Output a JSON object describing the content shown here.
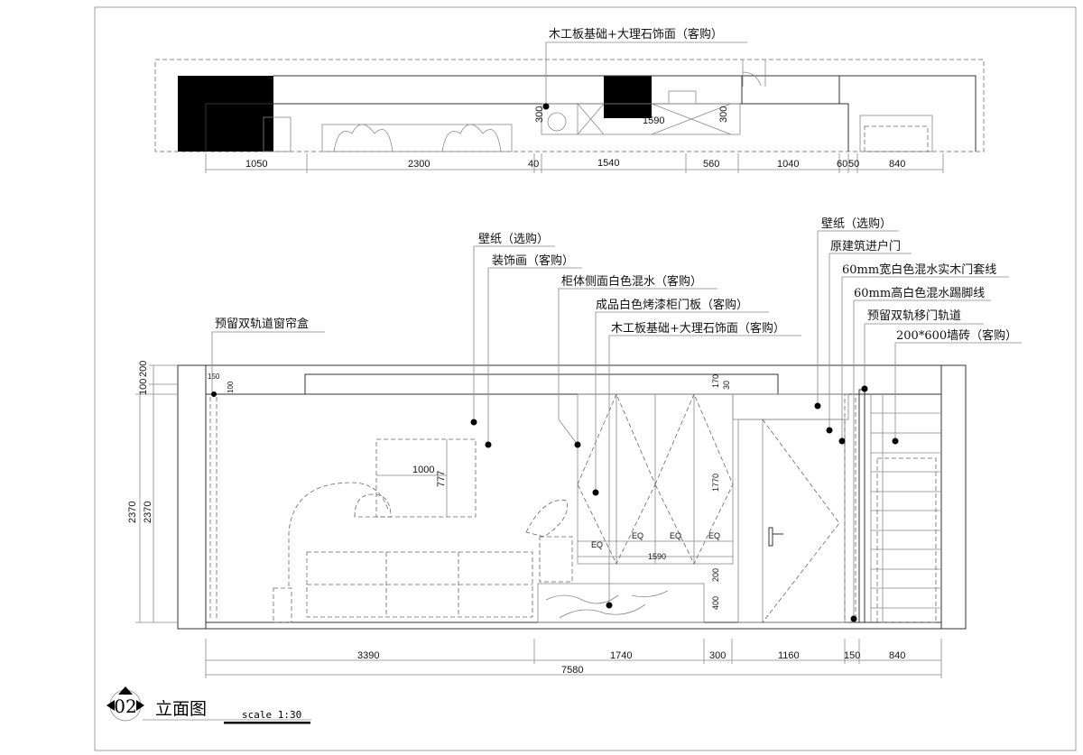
{
  "plan": {
    "callout": "木工板基础+大理石饰面（客购）",
    "inner_dims": {
      "a": "300",
      "b": "1590",
      "c": "300"
    },
    "dims": [
      "1050",
      "2300",
      "40",
      "1540",
      "560",
      "1040",
      "60",
      "50",
      "840"
    ]
  },
  "elevation": {
    "callouts_left": [
      "预留双轨道窗帘盒",
      "壁纸（选购）",
      "装饰画（客购）",
      "柜体侧面白色混水（客购）",
      "成品白色烤漆柜门板（客购）",
      "木工板基础+大理石饰面（客购）"
    ],
    "callouts_right": [
      "壁纸（选购）",
      "原建筑进户门",
      "60mm宽白色混水实木门套线",
      "60mm高白色混水踢脚线",
      "预留双轨移门轨道",
      "200*600墙砖（客购）"
    ],
    "left_dims": {
      "top1": "100",
      "top2": "200",
      "h1": "2370",
      "h2": "2370",
      "small1": "150",
      "small2": "100"
    },
    "inner_dims": {
      "frame_w": "1000",
      "frame_h": "777",
      "eq": "EQ",
      "cab_w": "1590",
      "cab_h": "1770",
      "top": "170",
      "top2": "30",
      "base1": "200",
      "base2": "400"
    },
    "bottom_dims": [
      "3390",
      "1740",
      "300",
      "1160",
      "150",
      "840"
    ],
    "total": "7580"
  },
  "title": {
    "number": "02",
    "name": "立面图",
    "scale": "scale 1:30"
  }
}
